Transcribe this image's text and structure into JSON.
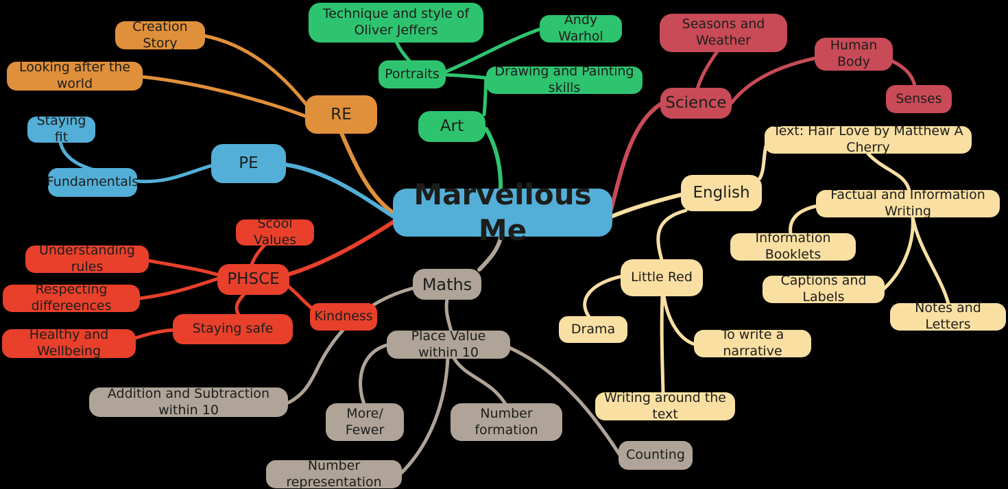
{
  "background": "#000000",
  "text_color": "#1d1d1b",
  "map": {
    "center": {
      "label": "Marvellous Me",
      "color": "#53AFD7"
    },
    "branches": [
      {
        "label": "RE",
        "color": "#E0903B",
        "children": [
          {
            "label": "Creation Story"
          },
          {
            "label": "Looking after the world"
          }
        ]
      },
      {
        "label": "PE",
        "color": "#53AFD7",
        "children": [
          {
            "label": "Fundamentals",
            "children": [
              {
                "label": "Staying fit"
              }
            ]
          }
        ]
      },
      {
        "label": "Art",
        "color": "#2EC46F",
        "children": [
          {
            "label": "Portraits",
            "children": [
              {
                "label": "Technique and style of Oliver Jeffers"
              },
              {
                "label": "Andy Warhol"
              }
            ]
          },
          {
            "label": "Drawing and Painting skills"
          }
        ]
      },
      {
        "label": "Science",
        "color": "#C84B57",
        "children": [
          {
            "label": "Seasons and Weather"
          },
          {
            "label": "Human Body",
            "children": [
              {
                "label": "Senses"
              }
            ]
          }
        ]
      },
      {
        "label": "English",
        "color": "#F9DFA2",
        "children": [
          {
            "label": "Text: Hair Love by Matthew A Cherry",
            "children": [
              {
                "label": "Factual and Information Writing",
                "children": [
                  {
                    "label": "Information Booklets"
                  },
                  {
                    "label": "Captions and Labels"
                  },
                  {
                    "label": "Notes and Letters"
                  }
                ]
              }
            ]
          },
          {
            "label": "Little Red",
            "children": [
              {
                "label": "Drama"
              },
              {
                "label": "To write a narrative"
              },
              {
                "label": "Writing around the text"
              }
            ]
          }
        ]
      },
      {
        "label": "PHSCE",
        "color": "#E8402B",
        "children": [
          {
            "label": "Scool Values"
          },
          {
            "label": "Understanding rules"
          },
          {
            "label": "Respecting differeences"
          },
          {
            "label": "Staying safe",
            "children": [
              {
                "label": "Healthy and Wellbeing"
              }
            ]
          },
          {
            "label": "Kindness"
          }
        ]
      },
      {
        "label": "Maths",
        "color": "#AFA497",
        "children": [
          {
            "label": "Addition and Subtraction within 10"
          },
          {
            "label": "Place Value within 10",
            "children": [
              {
                "label": "More/ Fewer"
              },
              {
                "label": "Number formation"
              },
              {
                "label": "Number representation"
              },
              {
                "label": "Counting"
              }
            ]
          }
        ]
      }
    ]
  }
}
